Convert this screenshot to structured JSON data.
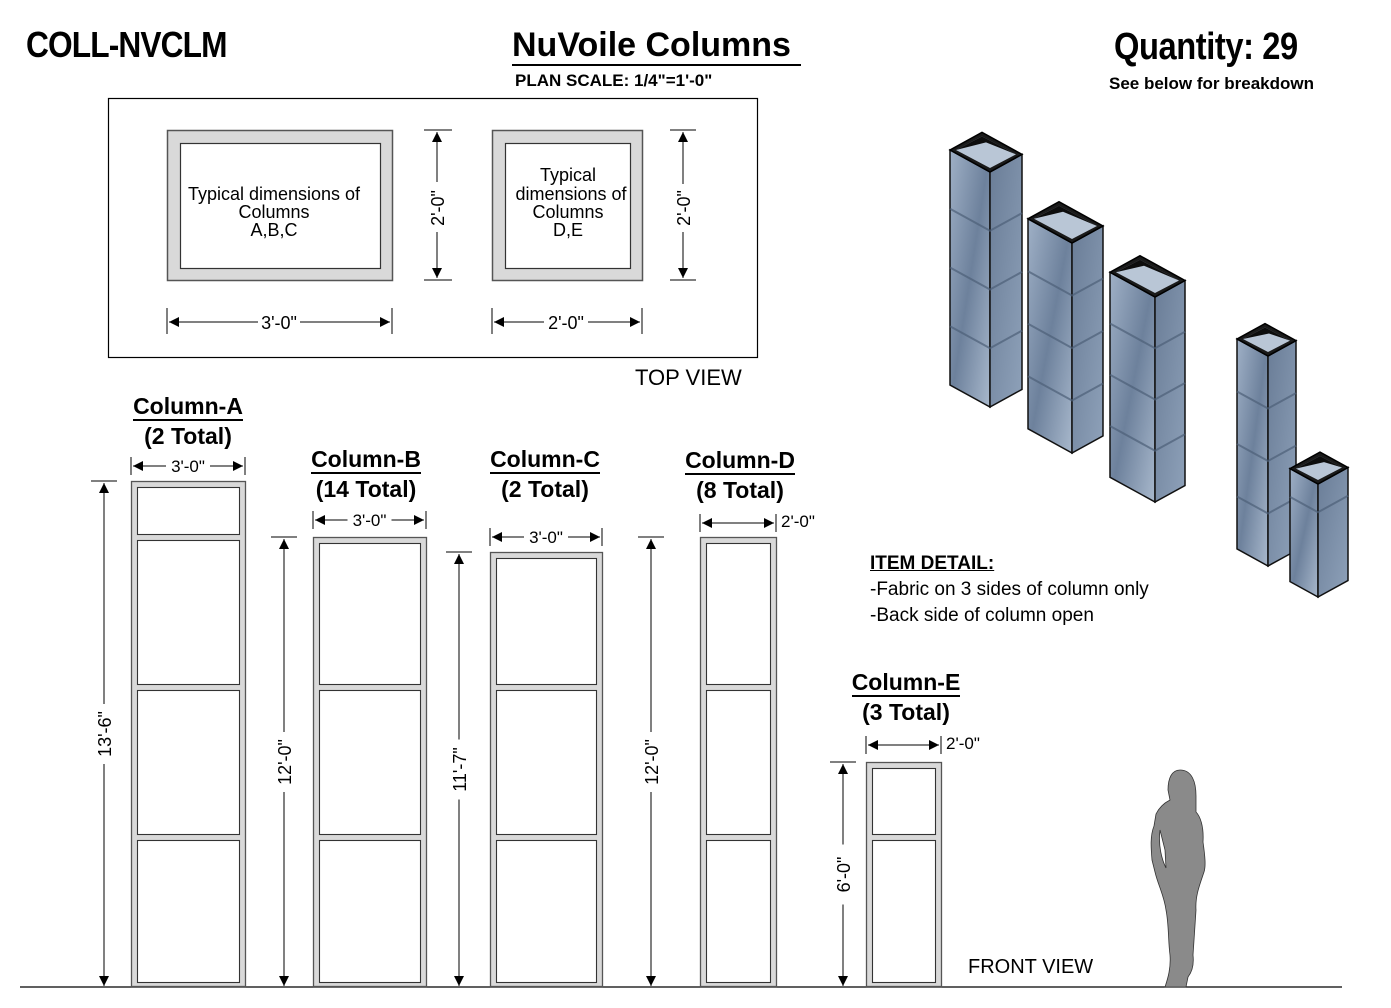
{
  "header": {
    "product_code": "COLL-NVCLM",
    "title": "NuVoile Columns",
    "scale_label": "PLAN  SCALE: 1/4\"=1'-0\"",
    "quantity_label": "Quantity: 29",
    "quantity_subtitle": "See below for breakdown"
  },
  "top_view": {
    "label": "TOP VIEW",
    "plans": [
      {
        "caption_lines": [
          "Typical dimensions of",
          "Columns",
          "A,B,C"
        ],
        "width": "3'-0\"",
        "depth": "2'-0\""
      },
      {
        "caption_lines": [
          "Typical",
          "dimensions of",
          "Columns",
          "D,E"
        ],
        "width": "2'-0\"",
        "depth": "2'-0\""
      }
    ]
  },
  "front_view": {
    "label": "FRONT VIEW",
    "columns": [
      {
        "name": "Column-A",
        "total": "(2 Total)",
        "width": "3'-0\"",
        "height": "13'-6\"",
        "panels": 4
      },
      {
        "name": "Column-B",
        "total": "(14 Total)",
        "width": "3'-0\"",
        "height": "12'-0\"",
        "panels": 3
      },
      {
        "name": "Column-C",
        "total": "(2 Total)",
        "width": "3'-0\"",
        "height": "11'-7\"",
        "panels": 3
      },
      {
        "name": "Column-D",
        "total": "(8 Total)",
        "width": "2'-0\"",
        "height": "12'-0\"",
        "panels": 3
      },
      {
        "name": "Column-E",
        "total": "(3 Total)",
        "width": "2'-0\"",
        "height": "6'-0\"",
        "panels": 2
      }
    ]
  },
  "item_detail": {
    "heading": "ITEM DETAIL:",
    "lines": [
      "-Fabric on 3 sides of column only",
      "-Back side of column open"
    ]
  },
  "colors": {
    "frame_fill": "#d9d9d9",
    "frame_stroke": "#555555",
    "fabric_blue": "#7f93ad",
    "silhouette": "#8a8a8a"
  }
}
